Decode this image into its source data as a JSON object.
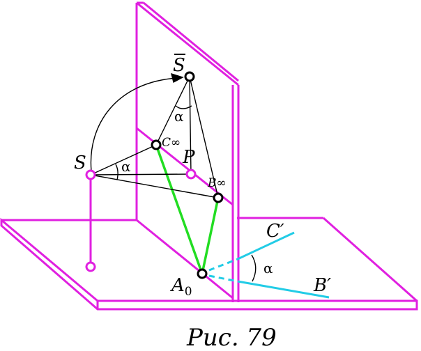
{
  "labels": {
    "s_bar": "S",
    "s": "S",
    "alpha_top": "α",
    "alpha_left": "α",
    "alpha_right": "α",
    "c_inf": "C∞",
    "b_inf": "B∞",
    "p": "P",
    "c_prime": "C′",
    "b_prime": "B′",
    "a_letter": "A",
    "a_sub": "0"
  },
  "caption": "Рис. 79",
  "colors": {
    "plane": "#e020e0",
    "green": "#22dd22",
    "cyan": "#22cce6",
    "ink": "#000000"
  }
}
